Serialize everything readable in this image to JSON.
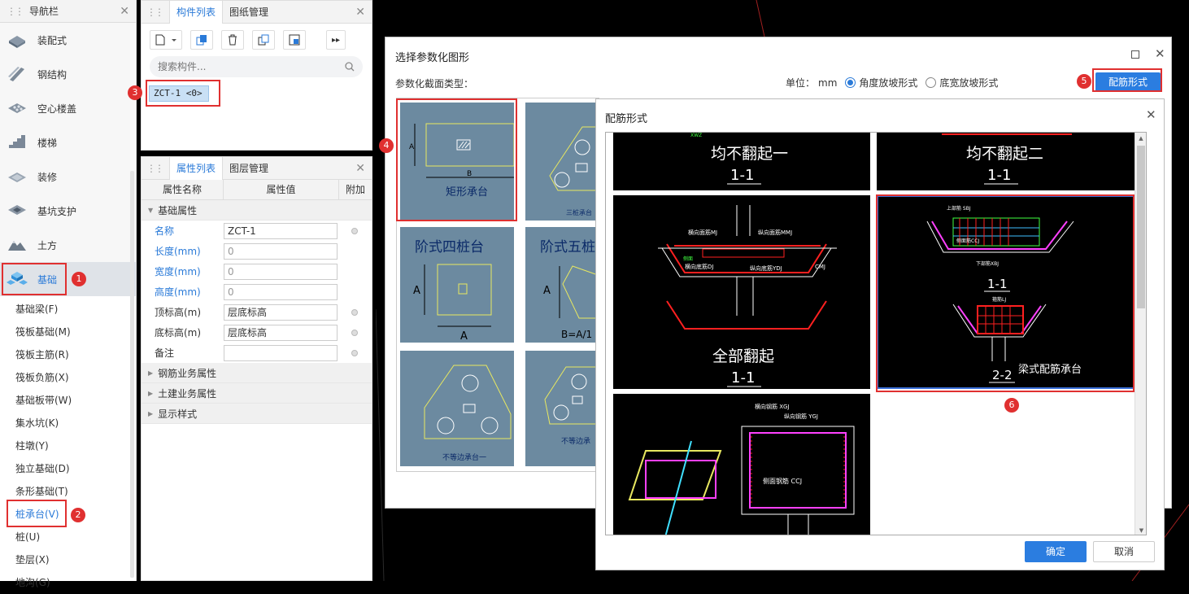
{
  "nav_panel": {
    "title": "导航栏",
    "items": [
      {
        "label": "装配式",
        "icon": "prefab-icon"
      },
      {
        "label": "钢结构",
        "icon": "steel-icon"
      },
      {
        "label": "空心楼盖",
        "icon": "hollow-floor-icon"
      },
      {
        "label": "楼梯",
        "icon": "stairs-icon"
      },
      {
        "label": "装修",
        "icon": "decoration-icon"
      },
      {
        "label": "基坑支护",
        "icon": "pit-support-icon"
      },
      {
        "label": "土方",
        "icon": "earthwork-icon"
      },
      {
        "label": "基础",
        "icon": "foundation-icon"
      }
    ],
    "sub_items": [
      "基础梁(F)",
      "筏板基础(M)",
      "筏板主筋(R)",
      "筏板负筋(X)",
      "基础板带(W)",
      "集水坑(K)",
      "柱墩(Y)",
      "独立基础(D)",
      "条形基础(T)",
      "桩承台(V)",
      "桩(U)",
      "垫层(X)",
      "地沟(G)"
    ]
  },
  "component_panel": {
    "tabs": [
      "构件列表",
      "图纸管理"
    ],
    "search_placeholder": "搜索构件...",
    "selected_component": "ZCT-1 <0>"
  },
  "property_panel": {
    "tabs": [
      "属性列表",
      "图层管理"
    ],
    "columns": [
      "属性名称",
      "属性值",
      "附加"
    ],
    "group_basic": "基础属性",
    "rows": [
      {
        "name": "名称",
        "value": "ZCT-1"
      },
      {
        "name": "长度(mm)",
        "value": "0"
      },
      {
        "name": "宽度(mm)",
        "value": "0"
      },
      {
        "name": "高度(mm)",
        "value": "0"
      },
      {
        "name": "顶标高(m)",
        "value": "层底标高"
      },
      {
        "name": "底标高(m)",
        "value": "层底标高"
      },
      {
        "name": "备注",
        "value": ""
      }
    ],
    "groups": [
      "钢筋业务属性",
      "土建业务属性",
      "显示样式"
    ]
  },
  "dialog_param": {
    "title": "选择参数化图形",
    "type_label": "参数化截面类型：",
    "unit_label": "单位：",
    "unit_value": "mm",
    "radio_1": "角度放坡形式",
    "radio_2": "底宽放坡形式",
    "rebar_button": "配筋形式",
    "thumbs": {
      "rect": "矩形承台",
      "rect_a": "A",
      "rect_b": "B",
      "three_pile": "三桩承台",
      "four_pile_step": "阶式四桩台",
      "four_a": "A",
      "four_a2": "A",
      "five_pile_step": "阶式五桩",
      "five_a": "A",
      "five_b": "B=A/1",
      "unequal_3": "不等边承台一",
      "unequal": "不等边承"
    }
  },
  "dialog_rebar": {
    "title": "配筋形式",
    "card1_title": "均不翻起一",
    "card1_section": "1-1",
    "card2_title": "均不翻起二",
    "card2_section": "1-1",
    "card3_title": "全部翻起",
    "card3_section": "1-1",
    "card3_labels": {
      "top": "横向面筋MJ",
      "top2": "纵向面筋MMJ",
      "bot": "横向底筋DJ",
      "bot2": "纵向底筋YDJ",
      "side": "侧面",
      "cmj": "CMJ"
    },
    "card4_label": "梁式配筋承台",
    "card4_s1": "1-1",
    "card4_s2": "2-2",
    "card4_labels": {
      "top": "上部筋 SBJ",
      "side": "侧面筋CCJ",
      "bot": "下部筋XBJ",
      "stir": "箍筋LJ"
    },
    "card5_labels": {
      "h": "横向钢筋 XGJ",
      "v": "纵向钢筋 YGJ",
      "side": "侧面钢筋 CCJ"
    },
    "ok_button": "确定",
    "cancel_button": "取消"
  },
  "annotations": [
    "1",
    "2",
    "3",
    "4",
    "5",
    "6"
  ]
}
